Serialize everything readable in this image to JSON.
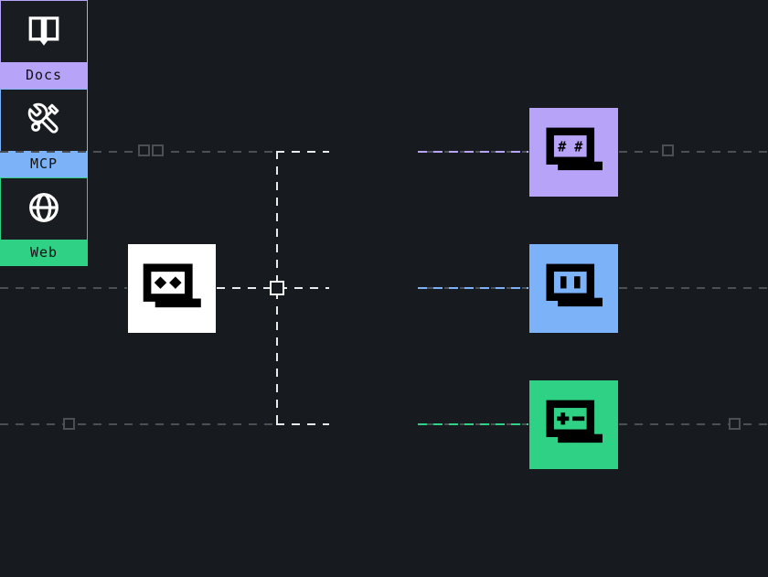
{
  "colors": {
    "bg": "#171a1f",
    "panel": "#191c21",
    "dash_gray": "#4b4f56",
    "dash_white": "#e8eaec",
    "purple": "#b7a3f7",
    "blue": "#7cb2f7",
    "green": "#2fd184",
    "label_text": "#101216"
  },
  "agent_node": {
    "icon": "agent-cassette-icon"
  },
  "tool_nodes": [
    {
      "id": "docs",
      "label": "Docs",
      "icon": "book-open-icon",
      "color": "#b7a3f7"
    },
    {
      "id": "mcp",
      "label": "MCP",
      "icon": "wrench-screwdriver-icon",
      "color": "#7cb2f7"
    },
    {
      "id": "web",
      "label": "Web",
      "icon": "globe-icon",
      "color": "#2fd184"
    }
  ],
  "output_nodes": [
    {
      "id": "docs-output",
      "icon": "cassette-hash-eyes-icon",
      "eyes_glyph": "# #",
      "color": "#b7a3f7"
    },
    {
      "id": "mcp-output",
      "icon": "cassette-bar-eyes-icon",
      "eyes_glyph": "",
      "color": "#7cb2f7"
    },
    {
      "id": "web-output",
      "icon": "cassette-plus-minus-eyes-icon",
      "eyes_glyph": "+ -",
      "color": "#2fd184"
    }
  ],
  "edges": [
    {
      "from": "agent",
      "to": "docs",
      "style": "white-dashed"
    },
    {
      "from": "agent",
      "to": "mcp",
      "style": "white-dashed"
    },
    {
      "from": "agent",
      "to": "web",
      "style": "white-dashed"
    },
    {
      "from": "docs",
      "to": "docs-output",
      "style": "purple-dashed"
    },
    {
      "from": "mcp",
      "to": "mcp-output",
      "style": "blue-dashed"
    },
    {
      "from": "web",
      "to": "web-output",
      "style": "green-dashed"
    }
  ]
}
